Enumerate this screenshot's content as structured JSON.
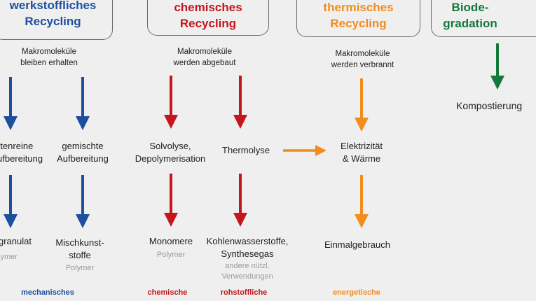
{
  "colors": {
    "blue": "#1d4f9f",
    "red": "#c4161c",
    "orange": "#f28c1c",
    "green": "#137a3a",
    "gray": "#9a9a9a"
  },
  "headers": {
    "werkstofflich": [
      "werkstoffliches",
      "Recycling"
    ],
    "chemisch": [
      "chemisches",
      "Recycling"
    ],
    "thermisch": [
      "thermisches",
      "Recycling"
    ],
    "bio": [
      "Biode-",
      "gradation"
    ]
  },
  "notes": {
    "erhalten": [
      "Makromoleküle",
      "bleiben erhalten"
    ],
    "abgebaut": [
      "Makromoleküle",
      "werden abgebaut"
    ],
    "verbrannt": [
      "Makromoleküle",
      "werden verbrannt"
    ]
  },
  "steps": {
    "sortenrein": [
      "rtenreine",
      "ufbereitung"
    ],
    "gemischt": [
      "gemischte",
      "Aufbereitung"
    ],
    "solvolyse": [
      "Solvolyse,",
      "Depolymerisation"
    ],
    "thermolyse": "Thermolyse",
    "elektrizitaet": [
      "Elektrizität",
      "& Wärme"
    ],
    "kompost": "Kompostierung"
  },
  "products": {
    "granulat": "granulat",
    "granulat_sub": "lymer",
    "mischkunst": [
      "Mischkunst-",
      "stoffe"
    ],
    "mischkunst_sub": "Polymer",
    "monomere": "Monomere",
    "monomere_sub": "Polymer",
    "kohlenwasser": [
      "Kohlenwasserstoffe,",
      "Synthesegas"
    ],
    "kohlenwasser_sub": [
      "andere nützl.",
      "Verwendungen"
    ],
    "einmal": "Einmalgebrauch"
  },
  "categories": {
    "mechanisch": "mechanisches",
    "chemische": "chemische",
    "rohstofflich": "rohstoffliche",
    "energetisch": "energetische"
  }
}
